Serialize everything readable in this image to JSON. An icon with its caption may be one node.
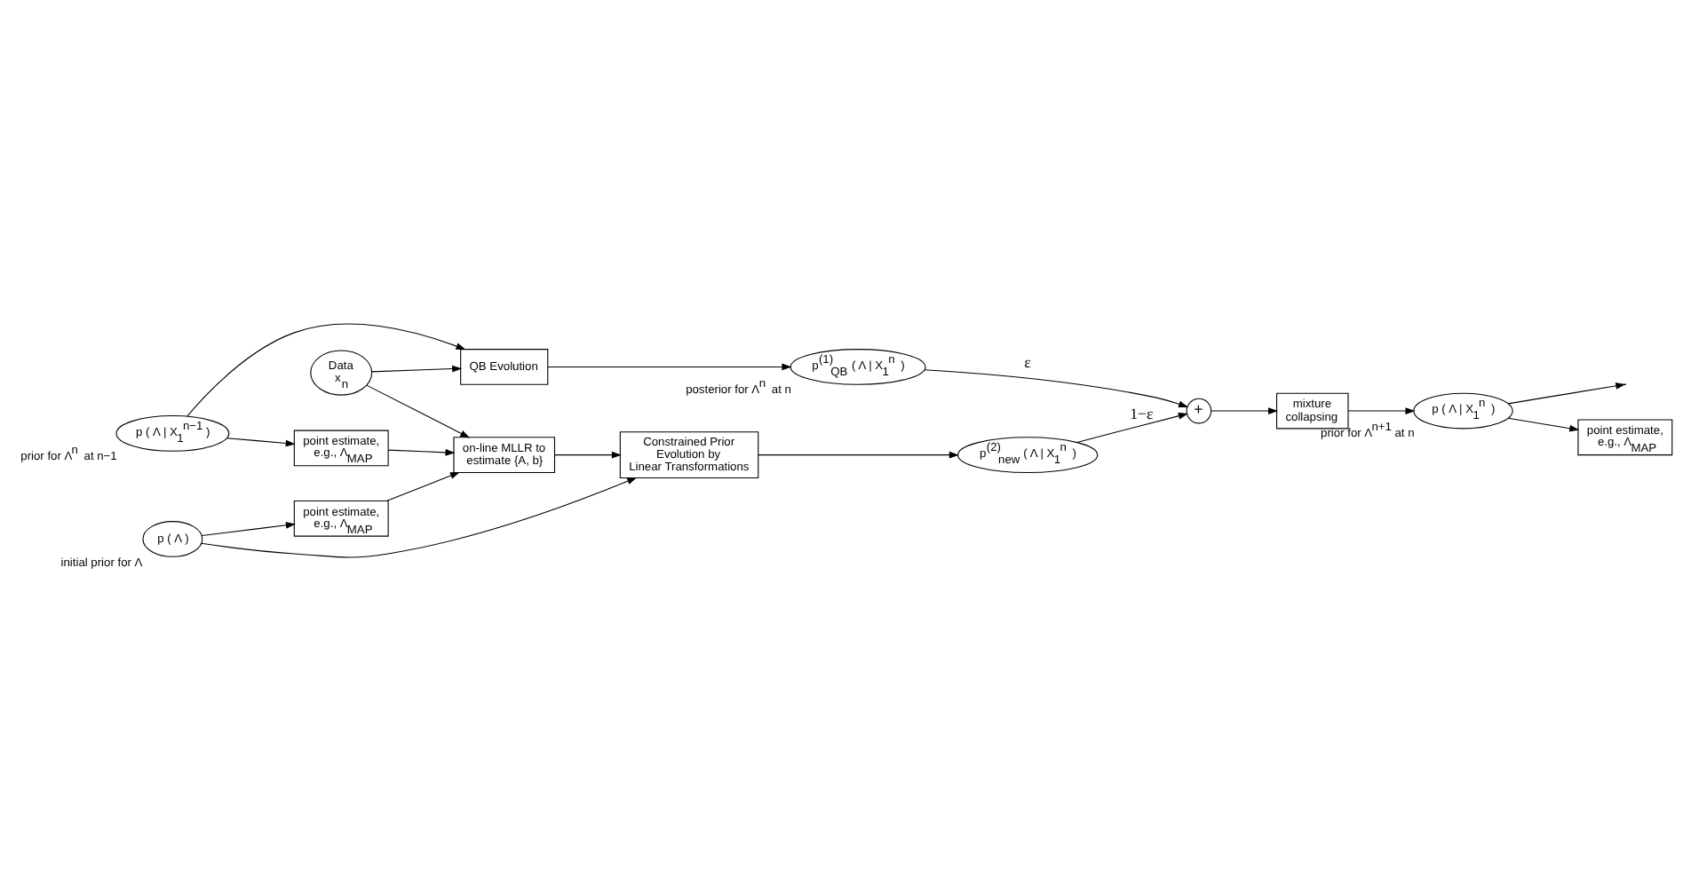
{
  "diagram": {
    "nodes": [
      {
        "text": [
          "p ( Λ | X$_{1}$$^{n−1}$ )"
        ],
        "beside": [
          "prior for Λ$^{n}$ at n−1"
        ]
      },
      {
        "text": [
          "QB Evolution"
        ]
      },
      {
        "text": [
          "p$^{(1)}$$_{QB}$ ( Λ | X$_{1}$$^{n}$ )"
        ],
        "beside": [
          "posterior for Λ$^{n}$ at n"
        ]
      },
      {
        "text": [
          "point estimate, e.g., Λ$_{MAP}$"
        ]
      },
      {
        "text": [
          "Data",
          "x$_{n}$"
        ]
      },
      {
        "text": [
          "+"
        ]
      },
      {
        "text": [
          "mixture collapsing"
        ]
      },
      {
        "text": [
          "p ( Λ | X$_{1}$$^{n}$ )"
        ],
        "beside": [
          "prior for Λ$^{n+1}$ at n"
        ]
      },
      {
        "text": [
          "point estimate, e.g., Λ$_{MAP}$"
        ]
      },
      {
        "text": [
          "on-line MLLR to estimate {A, b}"
        ]
      },
      {
        "text": [
          "point estimate, e.g., Λ$_{MAP}$"
        ]
      },
      {
        "text": [
          "p ( Λ )"
        ],
        "beside": [
          "initial prior for Λ"
        ]
      },
      {
        "text": [
          "Constrained Prior Evolution by Linear Transformations"
        ]
      },
      {
        "text": [
          "p$^{(2)}$$_{new}$ ( Λ | X$_{1}$$^{n}$ )"
        ]
      }
    ],
    "edges": [
      {
        "from": 0,
        "to": 1,
        "arrow": "to"
      },
      {
        "from": 1,
        "to": 2,
        "arrow": "to"
      },
      {
        "from": 0,
        "to": 3,
        "arrow": "to"
      },
      {
        "from": 4,
        "to": 1,
        "arrow": "to"
      },
      {
        "from": 3,
        "to": 9,
        "arrow": "to"
      },
      {
        "from": 4,
        "to": 9,
        "arrow": "to"
      },
      {
        "from": 2,
        "to": 5,
        "arrow": "to",
        "label": "ε"
      },
      {
        "from": 5,
        "to": 6,
        "arrow": "to"
      },
      {
        "from": 6,
        "to": 7,
        "arrow": "to"
      },
      {
        "from": 7,
        "to": null,
        "arrow": "to"
      },
      {
        "from": 7,
        "to": 8,
        "arrow": "to"
      },
      {
        "from": 10,
        "to": 9,
        "arrow": "to"
      },
      {
        "from": 11,
        "to": 10,
        "arrow": "to"
      },
      {
        "from": 9,
        "to": 12,
        "arrow": "to"
      },
      {
        "from": 11,
        "to": 12,
        "arrow": "to"
      },
      {
        "from": 12,
        "to": 13,
        "arrow": "to"
      },
      {
        "from": 13,
        "to": 5,
        "arrow": "to",
        "label": "1−ε"
      }
    ]
  }
}
